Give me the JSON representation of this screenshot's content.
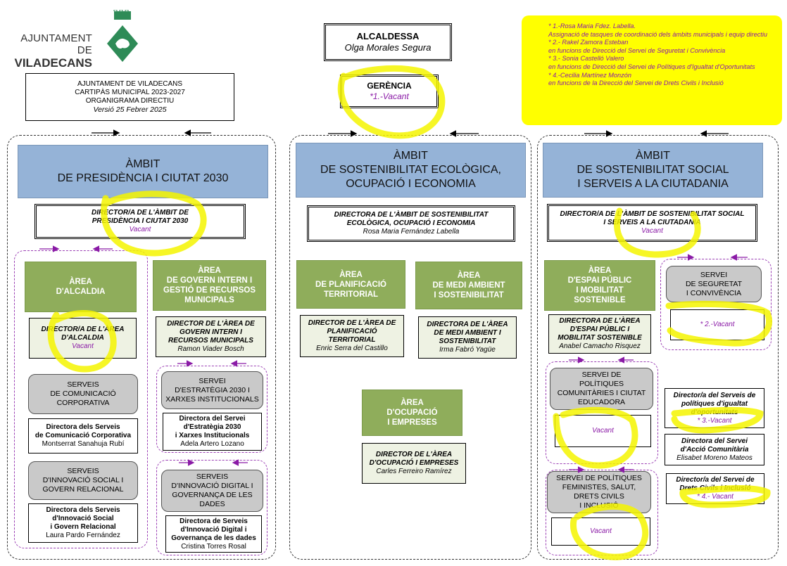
{
  "logo": {
    "line1": "AJUNTAMENT DE",
    "line2": "VILADECANS"
  },
  "info": {
    "line1": "AJUNTAMENT DE VILADECANS",
    "line2": "CARTIPÀS MUNICIPAL 2023-2027",
    "line3": "ORGANIGRAMA DIRECTIU",
    "line4": "Versió 25 Febrer 2025"
  },
  "alcaldessa": {
    "title": "ALCALDESSA",
    "name": "Olga Morales Segura"
  },
  "gerencia": {
    "title": "GERÈNCIA",
    "name": "*1.-Vacant"
  },
  "notes": [
    "* 1.-Rosa Maria Fdez. Labella.",
    " Assignació de tasques de coordinació dels àmbits municipals i equip directiu",
    "* 2.- Rakel Zamora Esteban",
    "en funcions de Direcció del Servei de Seguretat i Convivència",
    "* 3.- Sonia Castelló Valero",
    "en funcions de Direcció del Servei de Polítiques d'Igualtat d'Oportunitats",
    "* 4.-Cecilia Martínez Monzón",
    "en funcions de la Direcció del Servei de Drets Civils i Inclusió"
  ],
  "ambit1": {
    "title1": "ÀMBIT",
    "title2": "DE PRESIDÈNCIA I CIUTAT 2030",
    "director": {
      "line1": "DIRECTOR/A DE L'ÀMBIT DE",
      "line2": "PRESIDÈNCIA I CIUTAT 2030",
      "name": "Vacant"
    },
    "area_alcaldia": {
      "line1": "ÀREA",
      "line2": "D'ALCALDIA"
    },
    "dir_alcaldia": {
      "line1": "DIRECTOR/A DE L'ÀREA",
      "line2": "D'ALCALDIA",
      "name": "Vacant"
    },
    "serveis_com": {
      "line1": "SERVEIS",
      "line2": "DE COMUNICACIÓ",
      "line3": "CORPORATIVA"
    },
    "dir_com": {
      "line1": "Directora dels Serveis",
      "line2": "de Comunicació Corporativa",
      "name": "Montserrat Sanahuja Rubí"
    },
    "serveis_inno": {
      "line1": "SERVEIS",
      "line2": "D'INNOVACIÓ SOCIAL I",
      "line3": "GOVERN RELACIONAL"
    },
    "dir_inno": {
      "line1": "Directora dels Serveis",
      "line2": "d'Innovació Social",
      "line3": "i Govern Relacional",
      "name": "Laura Pardo Fernández"
    },
    "area_govern": {
      "line1": "ÀREA",
      "line2": "DE GOVERN INTERN I",
      "line3": "GESTIÓ DE RECURSOS",
      "line4": "MUNICIPALS"
    },
    "dir_govern": {
      "line1": "DIRECTOR DE L'ÀREA DE",
      "line2": "GOVERN INTERN I",
      "line3": "RECURSOS MUNICIPALS",
      "name": "Ramon Viader Bosch"
    },
    "servei_estrategia": {
      "line1": "SERVEI",
      "line2": "D'ESTRATÈGIA 2030 I",
      "line3": "XARXES INSTITUCIONALS"
    },
    "dir_estrategia": {
      "line1": "Directora del Servei",
      "line2": "d'Estratègia 2030",
      "line3": "i  Xarxes Institucionals",
      "name": "Adela Artero Lozano"
    },
    "serveis_digital": {
      "line1": "SERVEIS",
      "line2": "D'INNOVACIÓ DIGITAL I",
      "line3": "GOVERNANÇA DE LES",
      "line4": "DADES"
    },
    "dir_digital": {
      "line1": "Directora de Serveis",
      "line2": "d'Innovació Digital i",
      "line3": "Governança de les dades",
      "name": "Cristina Torres Rosal"
    }
  },
  "ambit2": {
    "title1": "ÀMBIT",
    "title2": "DE SOSTENIBILITAT ECOLÒGICA,",
    "title3": "OCUPACIÓ I ECONOMIA",
    "director": {
      "line1": "DIRECTORA DE L'ÀMBIT DE SOSTENIBILITAT",
      "line2": "ECOLÒGICA, OCUPACIÓ I ECONOMIA",
      "name": "Rosa Maria Fernández Labella"
    },
    "area_plan": {
      "line1": "ÀREA",
      "line2": "DE PLANIFICACIÓ",
      "line3": "TERRITORIAL"
    },
    "dir_plan": {
      "line1": "DIRECTOR DE L'ÀREA DE",
      "line2": "PLANIFICACIÓ",
      "line3": "TERRITORIAL",
      "name": "Enric Serra del Castillo"
    },
    "area_medi": {
      "line1": "ÀREA",
      "line2": "DE MEDI AMBIENT",
      "line3": "I SOSTENIBILITAT"
    },
    "dir_medi": {
      "line1": "DIRECTORA DE L'ÀREA",
      "line2": "DE MEDI AMBIENT I",
      "line3": "SOSTENIBILITAT",
      "name": "Irma Fabró Yagüe"
    },
    "area_ocup": {
      "line1": "ÀREA",
      "line2": "D'OCUPACIÓ",
      "line3": "I EMPRESES"
    },
    "dir_ocup": {
      "line1": "DIRECTOR DE L'ÀREA",
      "line2": "D'OCUPACIÓ I EMPRESES",
      "name": "Carles Ferreiro Ramírez"
    }
  },
  "ambit3": {
    "title1": "ÀMBIT",
    "title2": "DE SOSTENIBILITAT SOCIAL",
    "title3": "I SERVEIS A LA CIUTADANIA",
    "director": {
      "line1": "DIRECTOR/A DE L'ÀMBIT DE SOSTENIBILITAT SOCIAL",
      "line2": "I SERVEIS A LA CIUTADANIA",
      "name": "Vacant"
    },
    "area_espai": {
      "line1": "ÀREA",
      "line2": "D'ESPAI PÚBLIC",
      "line3": "I MOBILITAT",
      "line4": "SOSTENIBLE"
    },
    "dir_espai": {
      "line1": "DIRECTORA DE L'ÀREA",
      "line2": "D'ESPAI PÚBLIC I",
      "line3": "MOBILITAT SOSTENIBLE",
      "name": "Anabel Camacho Risquez"
    },
    "servei_politiques": {
      "line1": "SERVEI DE",
      "line2": "POLÍTIQUES",
      "line3": "COMUNITÀRIES I CIUTAT",
      "line4": "EDUCADORA"
    },
    "dir_politiques": {
      "name": "Vacant"
    },
    "servei_feministes": {
      "line1": "SERVEI DE POLÍTIQUES",
      "line2": "FEMINISTES, SALUT,",
      "line3": "DRETS CIVILS",
      "line4": "I INCLUSIÓ"
    },
    "dir_feministes": {
      "name": "Vacant"
    },
    "servei_seguretat": {
      "line1": "SERVEI",
      "line2": "DE SEGURETAT",
      "line3": "I CONVIVÈNCIA"
    },
    "dir_seguretat": {
      "name": "* 2.-Vacant"
    },
    "dir_igualtat": {
      "line1": "Director/a del Serveis de",
      "line2": "polítiques d'igualtat",
      "line3": "d'oportunitats",
      "name": "* 3.-Vacant"
    },
    "dir_accio": {
      "line1": "Directora del Servei",
      "line2": "d'Acció Comunitària",
      "name": "Elisabet Moreno Mateos"
    },
    "dir_drets": {
      "line1": "Director/a del Servei de",
      "line2": "Drets Civils i Inclusió",
      "name": "* 4.- Vacant"
    }
  }
}
